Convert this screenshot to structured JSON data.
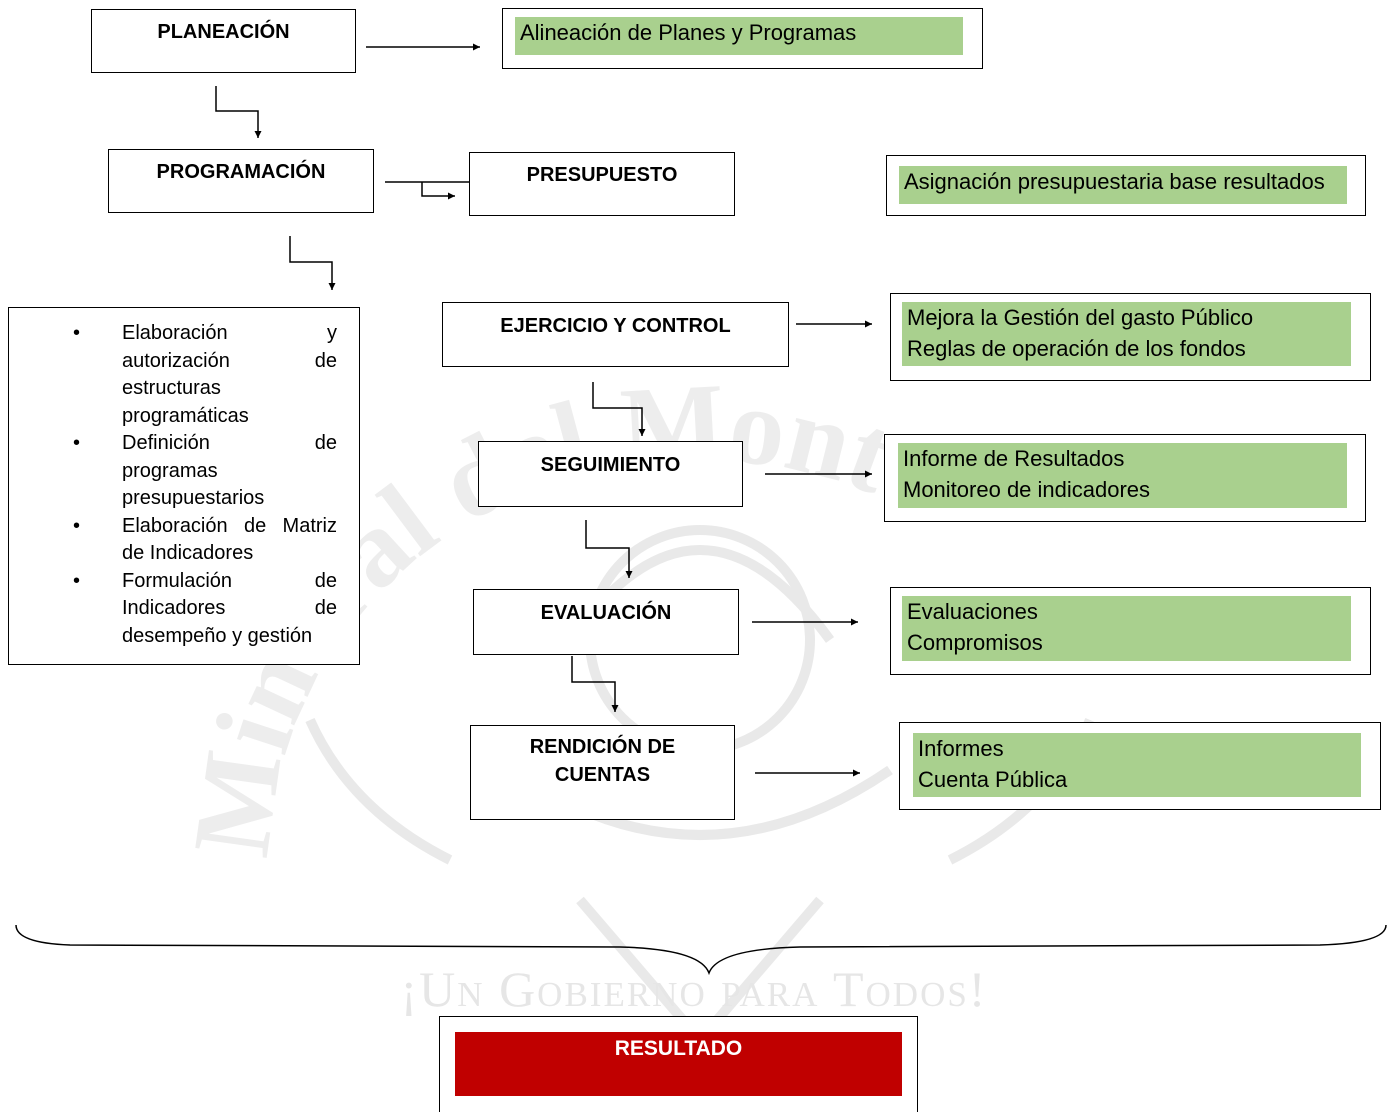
{
  "stages": {
    "planeacion": "PLANEACIÓN",
    "programacion": "PROGRAMACIÓN",
    "presupuesto": "PRESUPUESTO",
    "ejercicio": "EJERCICIO Y CONTROL",
    "seguimiento": "SEGUIMIENTO",
    "evaluacion": "EVALUACIÓN",
    "rendicion_line1": "RENDICIÓN DE",
    "rendicion_line2": "CUENTAS"
  },
  "outcomes": {
    "planeacion": [
      "Alineación de Planes y Programas"
    ],
    "presupuesto": [
      "Asignación presupuestaria base resultados"
    ],
    "ejercicio": [
      "Mejora la Gestión del gasto Público",
      "Reglas de operación de los fondos"
    ],
    "seguimiento": [
      "Informe de Resultados",
      "Monitoreo de indicadores"
    ],
    "evaluacion": [
      "Evaluaciones",
      "Compromisos"
    ],
    "rendicion": [
      "Informes",
      "Cuenta Pública"
    ]
  },
  "programacion_tasks": [
    "Elaboración y autorización de estructuras programáticas",
    "Definición de programas presupuestarios",
    "Elaboración de Matriz de Indicadores",
    "Formulación de Indicadores de desempeño y gestión"
  ],
  "result_label": "RESULTADO",
  "watermark": {
    "arc_text": "Mineral del Monte",
    "slogan": "¡Un Gobierno para Todos!"
  }
}
